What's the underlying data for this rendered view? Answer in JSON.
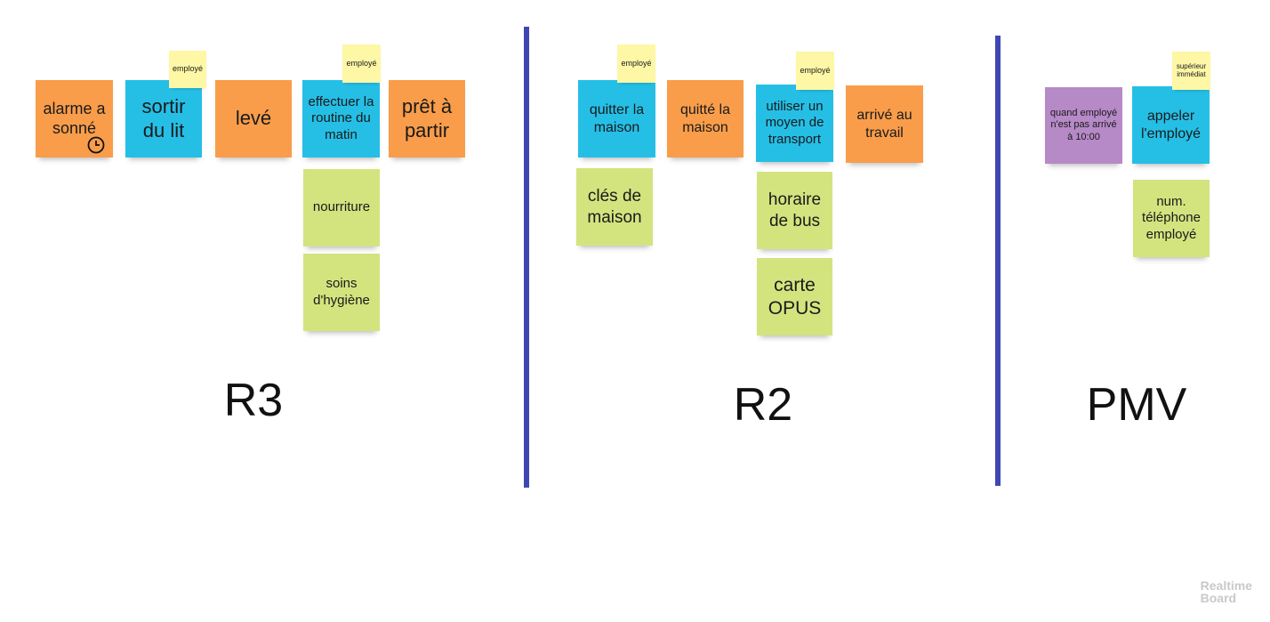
{
  "releases": {
    "r3": "R3",
    "r2": "R2",
    "pmv": "PMV"
  },
  "stickies": {
    "alarme": "alarme a sonné",
    "sortir": "sortir du lit",
    "leve": "levé",
    "routine": "effectuer la routine du matin",
    "pret": "prêt à partir",
    "nourriture": "nourriture",
    "soins": "soins d'hygiène",
    "quitter": "quitter la maison",
    "quitte": "quitté la maison",
    "transport": "utiliser un moyen de transport",
    "arrive": "arrivé au travail",
    "cles": "clés de maison",
    "horaire": "horaire de bus",
    "carte": "carte OPUS",
    "quand": "quand employé n'est pas arrivé à 10:00",
    "appeler": "appeler l'employé",
    "num": "num. téléphone employé"
  },
  "tags": {
    "employe1": "employé",
    "employe2": "employé",
    "employe3": "employé",
    "employe4": "employé",
    "superieur": "supérieur immédiat"
  },
  "branding": {
    "logo_line1": "Realtime",
    "logo_line2": "Board"
  },
  "colors": {
    "event": "#f99d4b",
    "command": "#25bfe6",
    "data": "#d3e47f",
    "policy": "#b689c7",
    "actor": "#fcf7a5",
    "divider": "#3f47b3"
  }
}
